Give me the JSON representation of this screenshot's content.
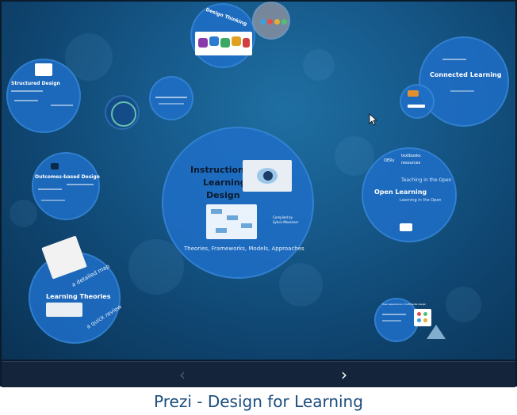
{
  "main_topic": {
    "title_line1": "Instructional/",
    "title_line2": "Learning",
    "title_line3": "Design",
    "subtitle": "Theories, Frameworks, Models, Approaches",
    "credit_line1": "Compiled by",
    "credit_line2": "Sylvia Moessner"
  },
  "topics": {
    "design_thinking": "Design Thinking",
    "structured_design": "Structured Design",
    "outcomes_based": "Outcomes-based Design",
    "learning_theories": "Learning Theories",
    "detailed_map": "a detailed map",
    "quick_review": "a quick review",
    "connected_learning": "Connected Learning",
    "open_learning": "Open Learning",
    "teaching_open": "Teaching in the Open",
    "learning_open": "Learning in the Open",
    "oers": "OERs",
    "textbooks": "textbooks",
    "resources": "resources",
    "ux_design": "User experience / multimedia design"
  },
  "navigation": {
    "prev_icon": "chevron-left-icon",
    "next_icon": "chevron-right-icon",
    "prev_label": "‹",
    "next_label": "›"
  },
  "caption": "Prezi - Design for Learning",
  "colors": {
    "canvas": "#16598a",
    "circle": "#1e6ec8",
    "navbar": "#14243a",
    "caption": "#1a4d7d"
  }
}
